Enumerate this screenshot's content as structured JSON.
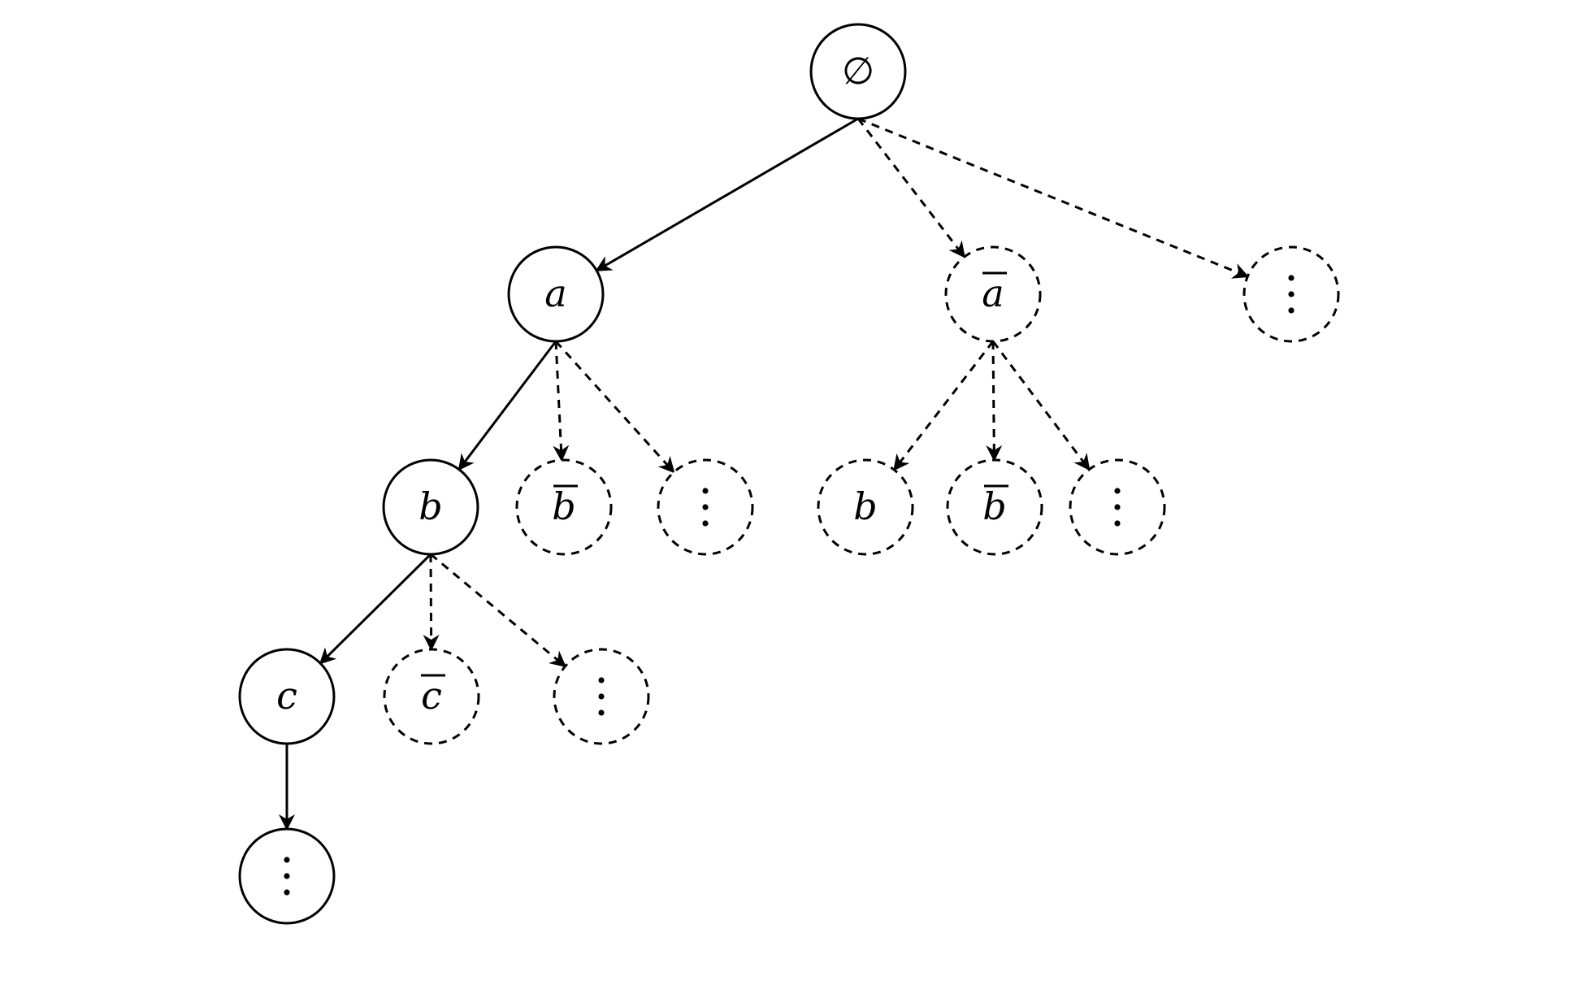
{
  "diagram": {
    "nodes": [
      {
        "id": "root",
        "label": "∅",
        "bar": false,
        "style": "solid"
      },
      {
        "id": "a",
        "label": "a",
        "bar": false,
        "style": "solid"
      },
      {
        "id": "abar",
        "label": "a",
        "bar": true,
        "style": "dashed"
      },
      {
        "id": "rdots",
        "label": "",
        "dots": true,
        "style": "dashed"
      },
      {
        "id": "b1",
        "label": "b",
        "bar": false,
        "style": "solid"
      },
      {
        "id": "bbar1",
        "label": "b",
        "bar": true,
        "style": "dashed"
      },
      {
        "id": "adots",
        "label": "",
        "dots": true,
        "style": "dashed"
      },
      {
        "id": "b2",
        "label": "b",
        "bar": false,
        "style": "dashed"
      },
      {
        "id": "bbar2",
        "label": "b",
        "bar": true,
        "style": "dashed"
      },
      {
        "id": "abdots",
        "label": "",
        "dots": true,
        "style": "dashed"
      },
      {
        "id": "c",
        "label": "c",
        "bar": false,
        "style": "solid"
      },
      {
        "id": "cbar",
        "label": "c",
        "bar": true,
        "style": "dashed"
      },
      {
        "id": "bdots",
        "label": "",
        "dots": true,
        "style": "dashed"
      },
      {
        "id": "cdots",
        "label": "",
        "dots": true,
        "style": "solid"
      }
    ],
    "edges": [
      {
        "from": "root",
        "to": "a",
        "style": "solid"
      },
      {
        "from": "root",
        "to": "abar",
        "style": "dashed"
      },
      {
        "from": "root",
        "to": "rdots",
        "style": "dashed"
      },
      {
        "from": "a",
        "to": "b1",
        "style": "solid"
      },
      {
        "from": "a",
        "to": "bbar1",
        "style": "dashed"
      },
      {
        "from": "a",
        "to": "adots",
        "style": "dashed"
      },
      {
        "from": "abar",
        "to": "b2",
        "style": "dashed"
      },
      {
        "from": "abar",
        "to": "bbar2",
        "style": "dashed"
      },
      {
        "from": "abar",
        "to": "abdots",
        "style": "dashed"
      },
      {
        "from": "b1",
        "to": "c",
        "style": "solid"
      },
      {
        "from": "b1",
        "to": "cbar",
        "style": "dashed"
      },
      {
        "from": "b1",
        "to": "bdots",
        "style": "dashed"
      },
      {
        "from": "c",
        "to": "cdots",
        "style": "solid"
      }
    ]
  }
}
